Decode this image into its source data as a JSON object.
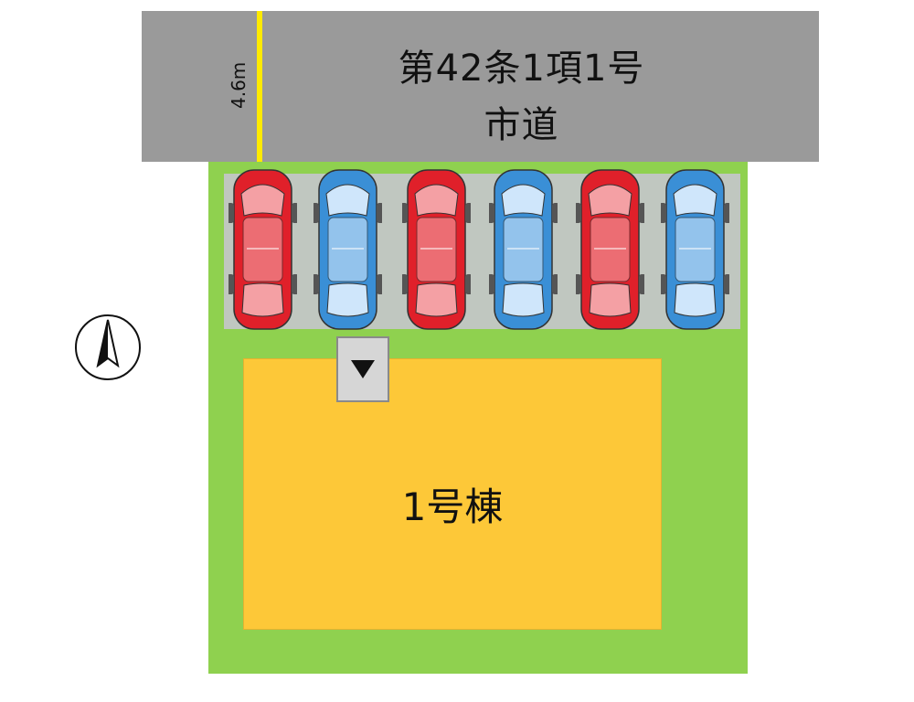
{
  "road": {
    "regulation": "第42条1項1号",
    "type": "市道",
    "width": "4.6m"
  },
  "building": {
    "label": "1号棟"
  },
  "parking": {
    "cars": [
      {
        "color": "#e0202a"
      },
      {
        "color": "#3a8fd6"
      },
      {
        "color": "#e0202a"
      },
      {
        "color": "#3a8fd6"
      },
      {
        "color": "#e0202a"
      },
      {
        "color": "#3a8fd6"
      }
    ]
  },
  "colors": {
    "road": "#9a9a9a",
    "lot": "#8fd14f",
    "house": "#fdc838",
    "road_width_line": "#ffea00"
  },
  "icons": {
    "compass": "north-arrow-icon",
    "entrance": "entrance-down-arrow-icon"
  }
}
